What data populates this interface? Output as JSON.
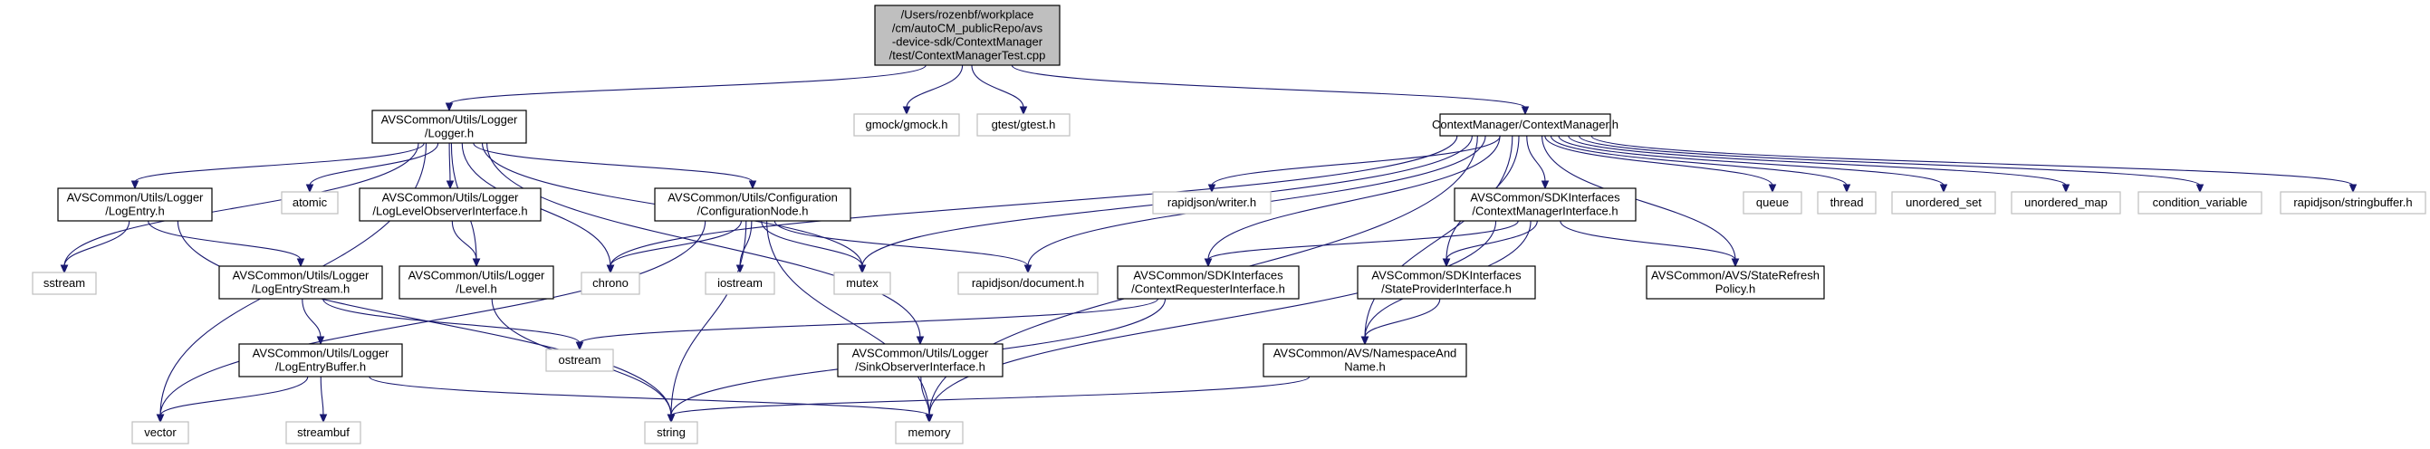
{
  "colors": {
    "edge": "#191970",
    "root_fill": "#bfbfbf",
    "root_stroke": "#000000",
    "doc_stroke": "#000000",
    "ext_stroke": "#bfbfbf",
    "fill": "#ffffff"
  },
  "nodes": [
    {
      "id": "root",
      "kind": "root",
      "lines": [
        "/Users/rozenbf/workplace",
        "/cm/autoCM_publicRepo/avs",
        "-device-sdk/ContextManager",
        "/test/ContextManagerTest.cpp"
      ]
    },
    {
      "id": "logger",
      "kind": "doc",
      "lines": [
        "AVSCommon/Utils/Logger",
        "/Logger.h"
      ]
    },
    {
      "id": "gmock",
      "kind": "ext",
      "lines": [
        "gmock/gmock.h"
      ]
    },
    {
      "id": "gtest",
      "kind": "ext",
      "lines": [
        "gtest/gtest.h"
      ]
    },
    {
      "id": "cm",
      "kind": "doc",
      "lines": [
        "ContextManager/ContextManager.h"
      ]
    },
    {
      "id": "logentry",
      "kind": "doc",
      "lines": [
        "AVSCommon/Utils/Logger",
        "/LogEntry.h"
      ]
    },
    {
      "id": "atomic",
      "kind": "ext",
      "lines": [
        "atomic"
      ]
    },
    {
      "id": "loglevelobs",
      "kind": "doc",
      "lines": [
        "AVSCommon/Utils/Logger",
        "/LogLevelObserverInterface.h"
      ]
    },
    {
      "id": "confnode",
      "kind": "doc",
      "lines": [
        "AVSCommon/Utils/Configuration",
        "/ConfigurationNode.h"
      ]
    },
    {
      "id": "rjwriter",
      "kind": "ext",
      "lines": [
        "rapidjson/writer.h"
      ]
    },
    {
      "id": "cmif",
      "kind": "doc",
      "lines": [
        "AVSCommon/SDKInterfaces",
        "/ContextManagerInterface.h"
      ]
    },
    {
      "id": "queue",
      "kind": "ext",
      "lines": [
        "queue"
      ]
    },
    {
      "id": "thread",
      "kind": "ext",
      "lines": [
        "thread"
      ]
    },
    {
      "id": "uset",
      "kind": "ext",
      "lines": [
        "unordered_set"
      ]
    },
    {
      "id": "umap",
      "kind": "ext",
      "lines": [
        "unordered_map"
      ]
    },
    {
      "id": "condvar",
      "kind": "ext",
      "lines": [
        "condition_variable"
      ]
    },
    {
      "id": "rjsb",
      "kind": "ext",
      "lines": [
        "rapidjson/stringbuffer.h"
      ]
    },
    {
      "id": "sstream",
      "kind": "ext",
      "lines": [
        "sstream"
      ]
    },
    {
      "id": "logentrystream",
      "kind": "doc",
      "lines": [
        "AVSCommon/Utils/Logger",
        "/LogEntryStream.h"
      ]
    },
    {
      "id": "level",
      "kind": "doc",
      "lines": [
        "AVSCommon/Utils/Logger",
        "/Level.h"
      ]
    },
    {
      "id": "chrono",
      "kind": "ext",
      "lines": [
        "chrono"
      ]
    },
    {
      "id": "iostream",
      "kind": "ext",
      "lines": [
        "iostream"
      ]
    },
    {
      "id": "mutex",
      "kind": "ext",
      "lines": [
        "mutex"
      ]
    },
    {
      "id": "rjdoc",
      "kind": "ext",
      "lines": [
        "rapidjson/document.h"
      ]
    },
    {
      "id": "ctxreq",
      "kind": "doc",
      "lines": [
        "AVSCommon/SDKInterfaces",
        "/ContextRequesterInterface.h"
      ]
    },
    {
      "id": "stateprov",
      "kind": "doc",
      "lines": [
        "AVSCommon/SDKInterfaces",
        "/StateProviderInterface.h"
      ]
    },
    {
      "id": "staterefresh",
      "kind": "doc",
      "lines": [
        "AVSCommon/AVS/StateRefresh",
        "Policy.h"
      ]
    },
    {
      "id": "ostream",
      "kind": "ext",
      "lines": [
        "ostream"
      ]
    },
    {
      "id": "logentrybuf",
      "kind": "doc",
      "lines": [
        "AVSCommon/Utils/Logger",
        "/LogEntryBuffer.h"
      ]
    },
    {
      "id": "sinkobs",
      "kind": "doc",
      "lines": [
        "AVSCommon/Utils/Logger",
        "/SinkObserverInterface.h"
      ]
    },
    {
      "id": "nsname",
      "kind": "doc",
      "lines": [
        "AVSCommon/AVS/NamespaceAnd",
        "Name.h"
      ]
    },
    {
      "id": "vector",
      "kind": "ext",
      "lines": [
        "vector"
      ]
    },
    {
      "id": "streambuf",
      "kind": "ext",
      "lines": [
        "streambuf"
      ]
    },
    {
      "id": "string",
      "kind": "ext",
      "lines": [
        "string"
      ]
    },
    {
      "id": "memory",
      "kind": "ext",
      "lines": [
        "memory"
      ]
    }
  ],
  "edges": [
    [
      "root",
      "logger"
    ],
    [
      "root",
      "gmock"
    ],
    [
      "root",
      "gtest"
    ],
    [
      "root",
      "cm"
    ],
    [
      "logger",
      "logentry"
    ],
    [
      "logger",
      "atomic"
    ],
    [
      "logger",
      "loglevelobs"
    ],
    [
      "logger",
      "confnode"
    ],
    [
      "logger",
      "sstream"
    ],
    [
      "logger",
      "vector"
    ],
    [
      "logger",
      "chrono"
    ],
    [
      "logger",
      "mutex"
    ],
    [
      "logger",
      "sinkobs"
    ],
    [
      "logger",
      "level"
    ],
    [
      "logentry",
      "sstream"
    ],
    [
      "logentry",
      "logentrystream"
    ],
    [
      "logentry",
      "string"
    ],
    [
      "logentrystream",
      "logentrybuf"
    ],
    [
      "logentrystream",
      "ostream"
    ],
    [
      "logentrybuf",
      "vector"
    ],
    [
      "logentrybuf",
      "streambuf"
    ],
    [
      "logentrybuf",
      "memory"
    ],
    [
      "loglevelobs",
      "level"
    ],
    [
      "level",
      "string"
    ],
    [
      "confnode",
      "chrono"
    ],
    [
      "confnode",
      "iostream"
    ],
    [
      "confnode",
      "mutex"
    ],
    [
      "confnode",
      "rjdoc"
    ],
    [
      "confnode",
      "string"
    ],
    [
      "confnode",
      "vector"
    ],
    [
      "confnode",
      "memory"
    ],
    [
      "sinkobs",
      "memory"
    ],
    [
      "cm",
      "chrono"
    ],
    [
      "cm",
      "mutex"
    ],
    [
      "cm",
      "rjwriter"
    ],
    [
      "cm",
      "rjdoc"
    ],
    [
      "cm",
      "ctxreq"
    ],
    [
      "cm",
      "cmif"
    ],
    [
      "cm",
      "stateprov"
    ],
    [
      "cm",
      "staterefresh"
    ],
    [
      "cm",
      "nsname"
    ],
    [
      "cm",
      "queue"
    ],
    [
      "cm",
      "thread"
    ],
    [
      "cm",
      "uset"
    ],
    [
      "cm",
      "umap"
    ],
    [
      "cm",
      "condvar"
    ],
    [
      "cm",
      "rjsb"
    ],
    [
      "cm",
      "memory"
    ],
    [
      "cmif",
      "ctxreq"
    ],
    [
      "cmif",
      "stateprov"
    ],
    [
      "cmif",
      "staterefresh"
    ],
    [
      "cmif",
      "nsname"
    ],
    [
      "cmif",
      "memory"
    ],
    [
      "ctxreq",
      "ostream"
    ],
    [
      "ctxreq",
      "string"
    ],
    [
      "stateprov",
      "nsname"
    ],
    [
      "nsname",
      "string"
    ]
  ]
}
